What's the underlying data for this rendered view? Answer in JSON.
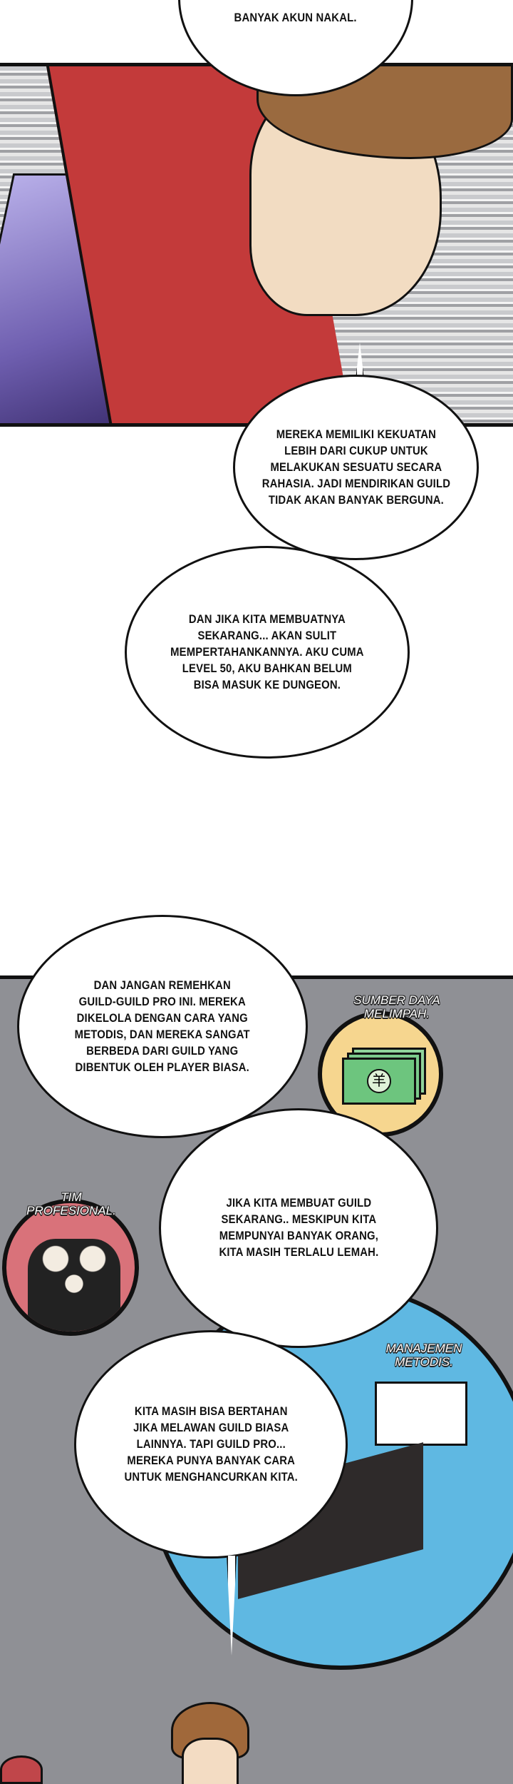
{
  "bubbles": {
    "top": "BANYAK AKUN NAKAL.",
    "b1": "MEREKA MEMILIKI KEKUATAN\nLEBIH DARI CUKUP UNTUK\nMELAKUKAN SESUATU SECARA\nRAHASIA. JADI MENDIRIKAN GUILD\nTIDAK AKAN BANYAK BERGUNA.",
    "b2": "DAN JIKA KITA MEMBUATNYA\nSEKARANG... AKAN SULIT\nMEMPERTAHANKANNYA. AKU CUMA\nLEVEL 50, AKU BAHKAN BELUM\nBISA MASUK KE DUNGEON.",
    "b3": "DAN JANGAN REMEHKAN\nGUILD-GUILD PRO INI. MEREKA\nDIKELOLA DENGAN CARA YANG\nMETODIS, DAN MEREKA SANGAT\nBERBEDA DARI GUILD YANG\nDIBENTUK OLEH PLAYER BIASA.",
    "b4": "JIKA KITA MEMBUAT GUILD\nSEKARANG.. MESKIPUN KITA\nMEMPUNYAI BANYAK ORANG,\nKITA MASIH TERLALU LEMAH.",
    "b5": "KITA MASIH BISA BERTAHAN\nJIKA MELAWAN GUILD BIASA\nLAINNYA. TAPI GUILD PRO...\nMEREKA PUNYA BANYAK CARA\nUNTUK MENGHANCURKAN KITA."
  },
  "captions": {
    "resources": "SUMBER DAYA\nMELIMPAH.",
    "team": "TIM\nPROFESIONAL.",
    "management": "MANAJEMEN\nMETODIS."
  },
  "money_symbol": "羊",
  "colors": {
    "panel_gray": "#8f9095",
    "yellow": "#f6d68f",
    "red": "#d9727a",
    "blue": "#5fb8e2",
    "money_green": "#6dc57e"
  }
}
